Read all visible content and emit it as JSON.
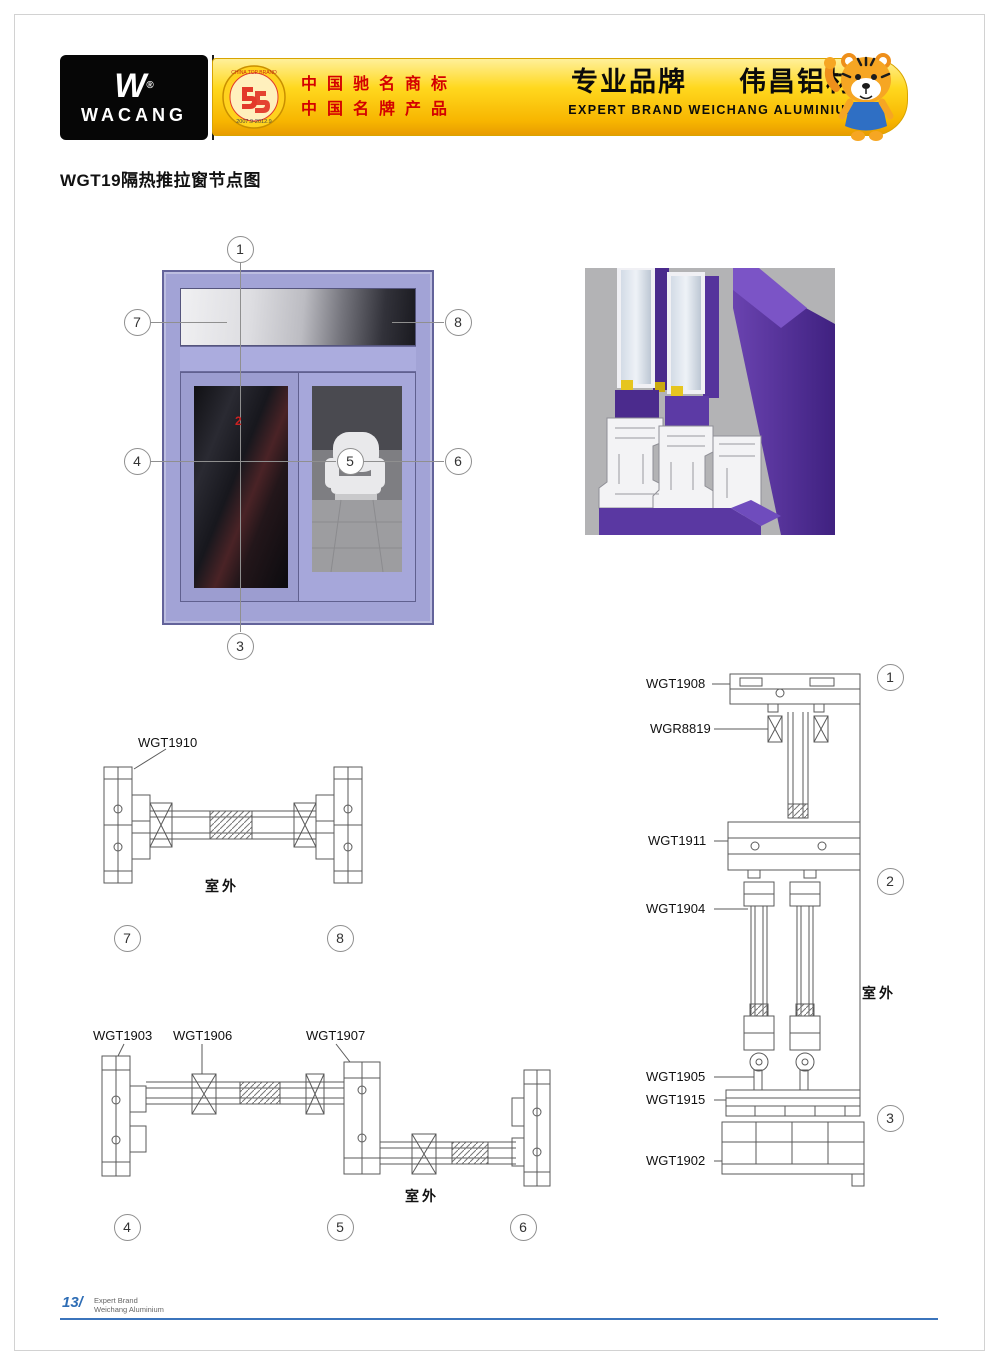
{
  "header": {
    "logo": {
      "mark": "W",
      "registered": "®",
      "name": "WACANG"
    },
    "seal": {
      "arc_text": "CHINA TOP BRAND",
      "date_text": "2007.9-2012.9"
    },
    "banner": {
      "cn_line1": "中国驰名商标",
      "cn_line2": "中国名牌产品",
      "brand_cn": "专业品牌",
      "brand_name": "伟昌铝材",
      "brand_en": "EXPERT BRAND WEICHANG ALUMINIUM"
    }
  },
  "page_title": "WGT19隔热推拉窗节点图",
  "elevation": {
    "callout_1": "1",
    "callout_2": "2",
    "callout_3": "3",
    "callout_4": "4",
    "callout_5": "5",
    "callout_6": "6",
    "callout_7": "7",
    "callout_8": "8"
  },
  "section_top": {
    "label_wgt1910": "WGT1910",
    "outdoor": "室外",
    "callout_7": "7",
    "callout_8": "8"
  },
  "section_bottom": {
    "label_wgt1903": "WGT1903",
    "label_wgt1906": "WGT1906",
    "label_wgt1907": "WGT1907",
    "outdoor": "室外",
    "callout_4": "4",
    "callout_5": "5",
    "callout_6": "6"
  },
  "section_vertical": {
    "label_wgt1908": "WGT1908",
    "label_wgr8819": "WGR8819",
    "label_wgt1911": "WGT1911",
    "label_wgt1904": "WGT1904",
    "label_wgt1905": "WGT1905",
    "label_wgt1915": "WGT1915",
    "label_wgt1902": "WGT1902",
    "outdoor": "室外",
    "callout_1": "1",
    "callout_2": "2",
    "callout_3": "3"
  },
  "footer": {
    "page_number": "13/",
    "line1": "Expert Brand",
    "line2": "Weichang Aluminium"
  },
  "colors": {
    "banner_yellow": "#fdc500",
    "brand_red": "#d40000",
    "window_lavender": "#a2a3d6",
    "profile_purple": "#4a2a87",
    "footer_blue": "#3b74bc"
  }
}
